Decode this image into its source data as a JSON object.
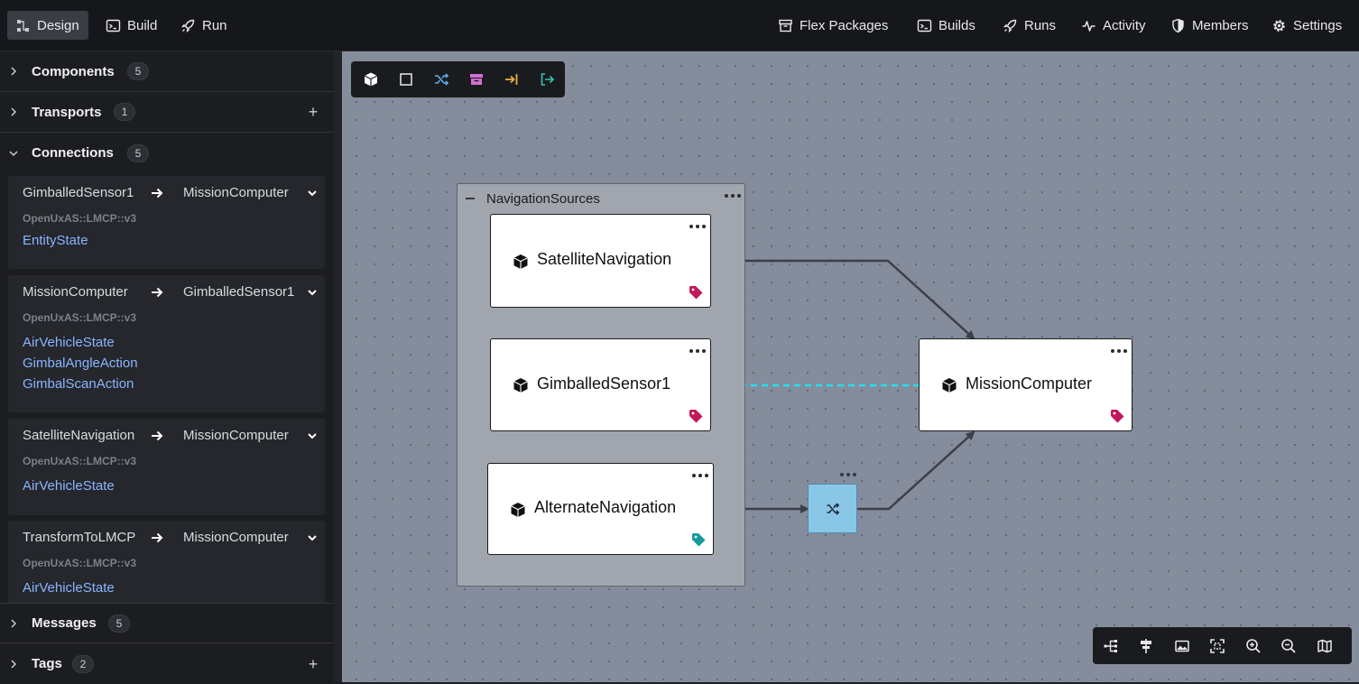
{
  "topbar": {
    "tabs": [
      {
        "label": "Design",
        "icon": "design-icon",
        "active": true
      },
      {
        "label": "Build",
        "icon": "terminal-icon"
      },
      {
        "label": "Run",
        "icon": "rocket-icon"
      }
    ],
    "nav": [
      {
        "label": "Flex Packages",
        "icon": "package-icon"
      },
      {
        "label": "Builds",
        "icon": "terminal-icon"
      },
      {
        "label": "Runs",
        "icon": "rocket-icon"
      },
      {
        "label": "Activity",
        "icon": "activity-icon"
      },
      {
        "label": "Members",
        "icon": "shield-icon"
      },
      {
        "label": "Settings",
        "icon": "gear-icon"
      }
    ]
  },
  "sidebar": {
    "components": {
      "title": "Components",
      "count": "5"
    },
    "transports": {
      "title": "Transports",
      "count": "1"
    },
    "connections": {
      "title": "Connections",
      "count": "5"
    },
    "messages": {
      "title": "Messages",
      "count": "5"
    },
    "tags": {
      "title": "Tags",
      "count": "2"
    },
    "connection_cards": [
      {
        "from": "GimballedSensor1",
        "to": "MissionComputer",
        "protocol": "OpenUxAS::LMCP::v3",
        "messages": [
          "EntityState"
        ]
      },
      {
        "from": "MissionComputer",
        "to": "GimballedSensor1",
        "protocol": "OpenUxAS::LMCP::v3",
        "messages": [
          "AirVehicleState",
          "GimbalAngleAction",
          "GimbalScanAction"
        ]
      },
      {
        "from": "SatelliteNavigation",
        "to": "MissionComputer",
        "protocol": "OpenUxAS::LMCP::v3",
        "messages": [
          "AirVehicleState"
        ]
      },
      {
        "from": "TransformToLMCP",
        "to": "MissionComputer",
        "protocol": "OpenUxAS::LMCP::v3",
        "messages": [
          "AirVehicleState"
        ]
      }
    ]
  },
  "canvas": {
    "group": {
      "title": "NavigationSources"
    },
    "nodes": {
      "satellite": {
        "label": "SatelliteNavigation",
        "tag_color": "#c2185b"
      },
      "gimballed": {
        "label": "GimballedSensor1",
        "tag_color": "#c2185b"
      },
      "alternate": {
        "label": "AlternateNavigation",
        "tag_color": "#159a9c"
      },
      "mission": {
        "label": "MissionComputer",
        "tag_color": "#c2185b"
      }
    },
    "colors": {
      "background": "#858c9c",
      "group": "#a1a5ae",
      "transform": "#8ac6e6",
      "dashed_edge": "#22e1f0",
      "edge": "#3c3f46"
    },
    "toolbar": [
      "component-icon",
      "group-icon",
      "transform-icon",
      "package-icon",
      "import-icon",
      "export-icon"
    ],
    "bottom_toolbar": [
      "auto-layout-icon",
      "align-icon",
      "image-icon",
      "fit-view-icon",
      "zoom-in-icon",
      "zoom-out-icon",
      "map-icon"
    ]
  }
}
